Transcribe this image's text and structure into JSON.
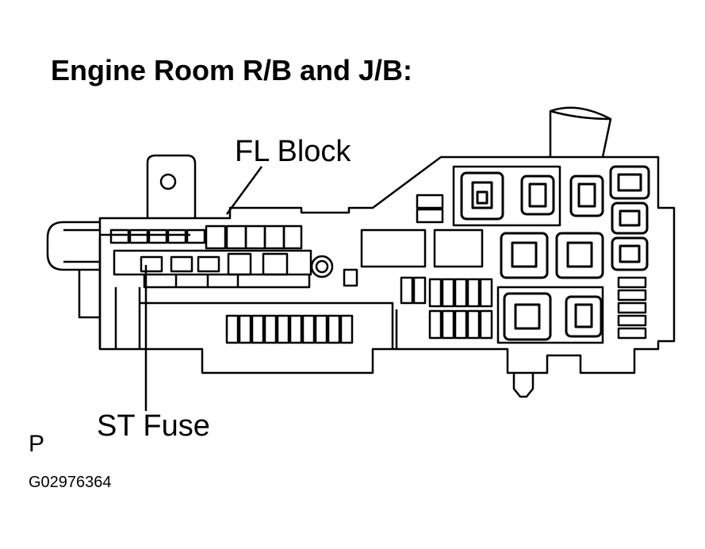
{
  "title": "Engine Room R/B and J/B:",
  "labels": {
    "fl_block": "FL Block",
    "st_fuse": "ST Fuse"
  },
  "view_letter": "P",
  "figure_code": "G02976364"
}
